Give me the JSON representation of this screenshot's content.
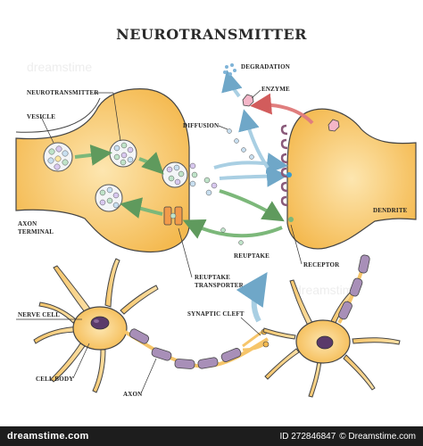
{
  "title": "NEUROTRANSMITTER",
  "labels": {
    "neurotransmitter": "NEUROTRANSMITTER",
    "vesicle": "VESICLE",
    "axon_terminal_1": "AXON",
    "axon_terminal_2": "TERMINAL",
    "diffusion": "DIFFUSION",
    "degradation": "DEGRADATION",
    "enzyme": "ENZYME",
    "dendrite": "DENDRITE",
    "reuptake": "REUPTAKE",
    "receptor": "RECEPTOR",
    "reuptake_transporter_1": "REUPTAKE",
    "reuptake_transporter_2": "TRANSPORTER",
    "nerve_cell": "NERVE CELL",
    "cell_body": "CELL BODY",
    "axon": "AXON",
    "synaptic_cleft": "SYNAPTIC CLEFT"
  },
  "watermark": "dreamstime",
  "footer": {
    "id_text": "ID 272846847",
    "copyright": "© Dreamstime.com",
    "logo": "dreamstime.com"
  },
  "colors": {
    "neuron_fill": "#f7c66a",
    "neuron_light": "#fde6b0",
    "green_arrow": "#7cb87a",
    "blue_arrow": "#a9cfe3",
    "red_arrow": "#e07e7e",
    "receptor": "#8a5a7a",
    "axon_sheath": "#a88fb8"
  }
}
